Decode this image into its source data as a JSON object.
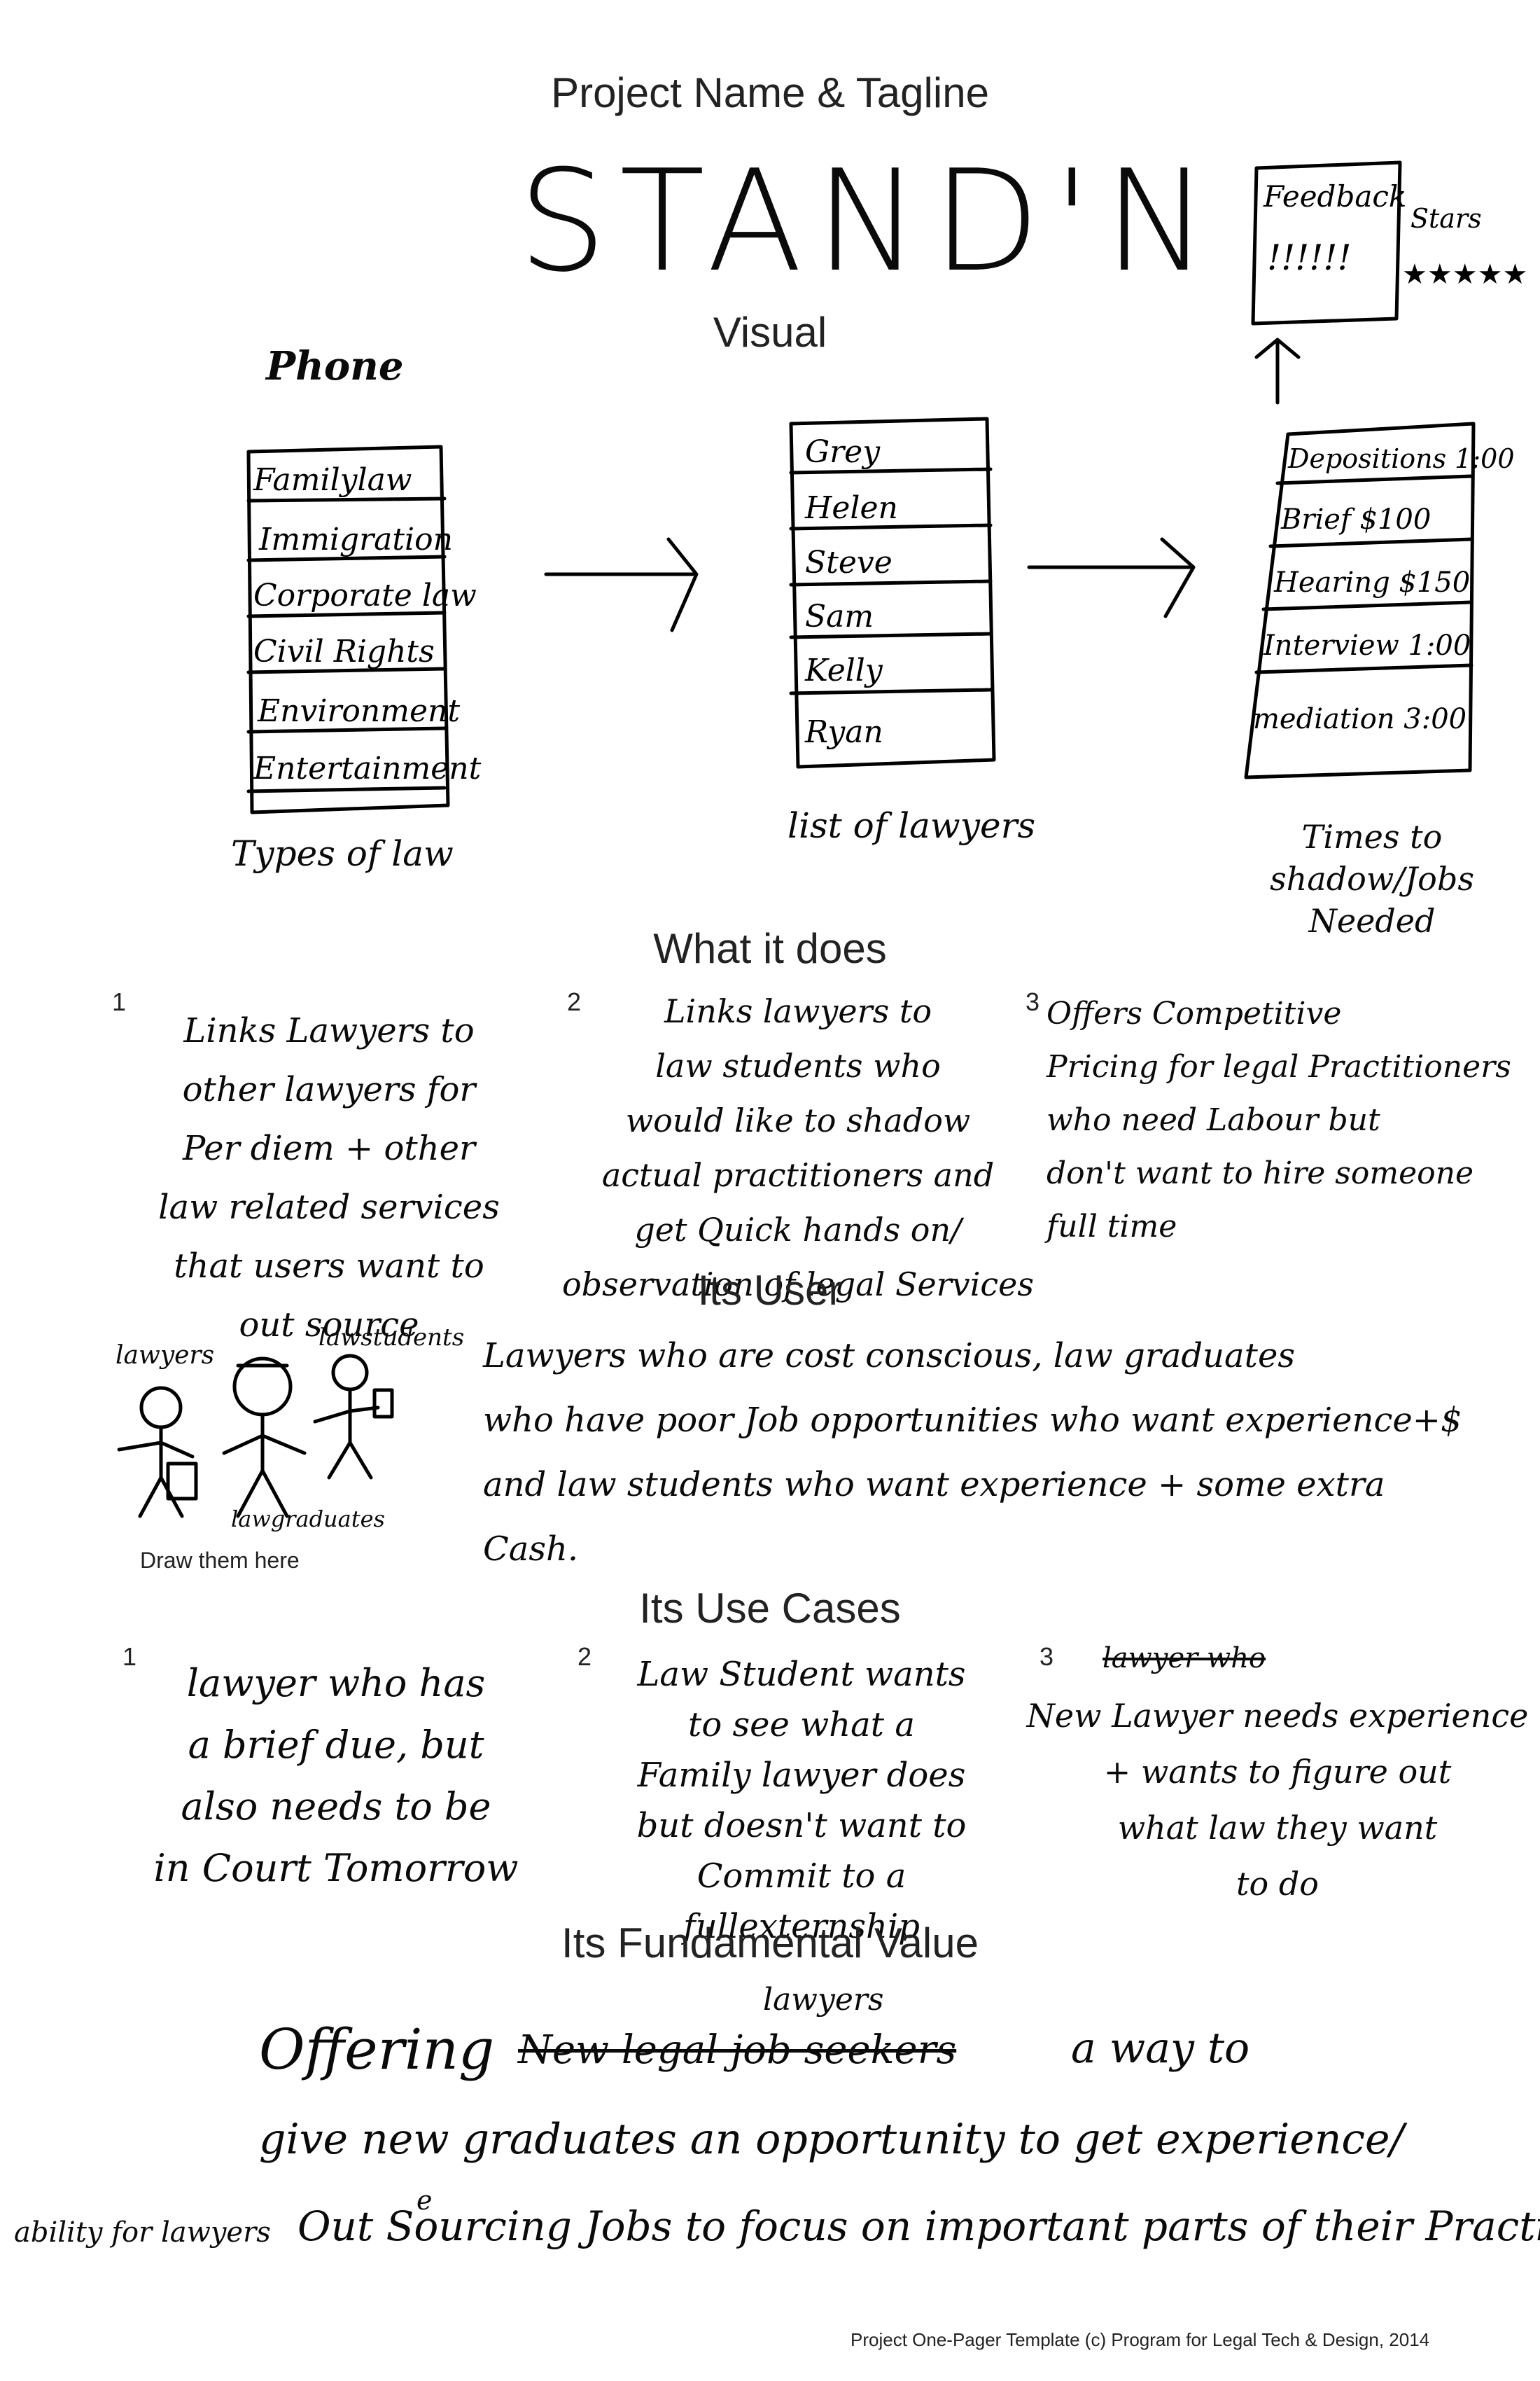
{
  "headings": {
    "project": "Project Name & Tagline",
    "visual": "Visual",
    "what_it_does": "What it does",
    "its_user": "Its User",
    "use_cases": "Its Use Cases",
    "value": "Its Fundamental Value"
  },
  "project_name": "STAND'N",
  "visual": {
    "phone_label": "Phone",
    "screen1": {
      "items": [
        "Familylaw",
        "Immigration",
        "Corporate law",
        "Civil Rights",
        "Environment",
        "Entertainment"
      ],
      "caption": "Types of law"
    },
    "screen2": {
      "items": [
        "Grey",
        "Helen",
        "Steve",
        "Sam",
        "Kelly",
        "Ryan"
      ],
      "caption": "list of lawyers"
    },
    "screen3": {
      "items": [
        "Depositions 1:00",
        "Brief $100",
        "Hearing $150",
        "Interview 1:00",
        "mediation 3:00"
      ],
      "caption": "Times to shadow/Jobs Needed"
    },
    "feedback": {
      "title": "Feedback",
      "marks": "!!!!!!",
      "side_label": "Stars",
      "stars": "★★★★★"
    }
  },
  "what_it_does": [
    {
      "num": "1",
      "text": "Links Lawyers to\nother lawyers for\nPer diem + other\nlaw related services\nthat users want to\nout source"
    },
    {
      "num": "2",
      "text": "Links lawyers to\nlaw students who\nwould like to shadow\nactual practitioners and\nget Quick hands on/\nobservation of legal Services"
    },
    {
      "num": "3",
      "text": "Offers Competitive\nPricing for legal Practitioners\nwho need Labour but\ndon't want to hire someone\nfull time"
    }
  ],
  "its_user": {
    "figure_labels": {
      "lawyers": "lawyers",
      "law_students": "lawstudents",
      "law_graduates": "lawgraduates"
    },
    "draw_hint": "Draw them here",
    "text": "Lawyers who are cost conscious, law graduates\nwho have poor Job opportunities who want experience+$\nand law students who want experience + some extra\nCash."
  },
  "use_cases": [
    {
      "num": "1",
      "text": "lawyer who has\na brief due, but\nalso needs to be\nin Court Tomorrow"
    },
    {
      "num": "2",
      "text": "Law Student wants\nto see what a\nFamily lawyer does\nbut doesn't want to\nCommit to a fullexternship"
    },
    {
      "num": "3",
      "struck": "lawyer who",
      "text": "New Lawyer needs experience\n+ wants to figure out\nwhat law they want\nto do"
    }
  ],
  "value": {
    "word1": "Offering",
    "struck": "New legal job seekers",
    "insert": "lawyers",
    "rest1": "a way to",
    "line2": "give new graduates an opportunity to get experience/",
    "line3_prefix": "ability for lawyers",
    "line3_insert": "e",
    "line3": "Out Sourcing Jobs to focus on important parts of their Practice"
  },
  "footer": "Project One-Pager Template (c) Program for Legal Tech & Design, 2014"
}
